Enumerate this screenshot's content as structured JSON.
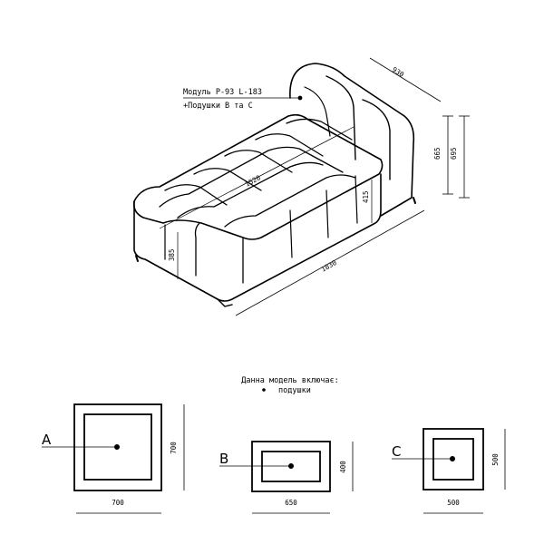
{
  "sofa": {
    "label_line1": "Модуль Р-93 L-183",
    "label_line2": "+Подушки В та С",
    "dim_depth_top": "930",
    "dim_height_back": "665",
    "dim_height_total": "695",
    "dim_inner_length": "1520",
    "dim_seat_right": "415",
    "dim_seat_front": "385",
    "dim_length": "1830"
  },
  "includes": {
    "title": "Данна модель включає:",
    "items": [
      "подушки"
    ]
  },
  "cushions": [
    {
      "letter": "A",
      "width": "700",
      "height": "700"
    },
    {
      "letter": "B",
      "width": "650",
      "height": "400"
    },
    {
      "letter": "C",
      "width": "500",
      "height": "500"
    }
  ]
}
